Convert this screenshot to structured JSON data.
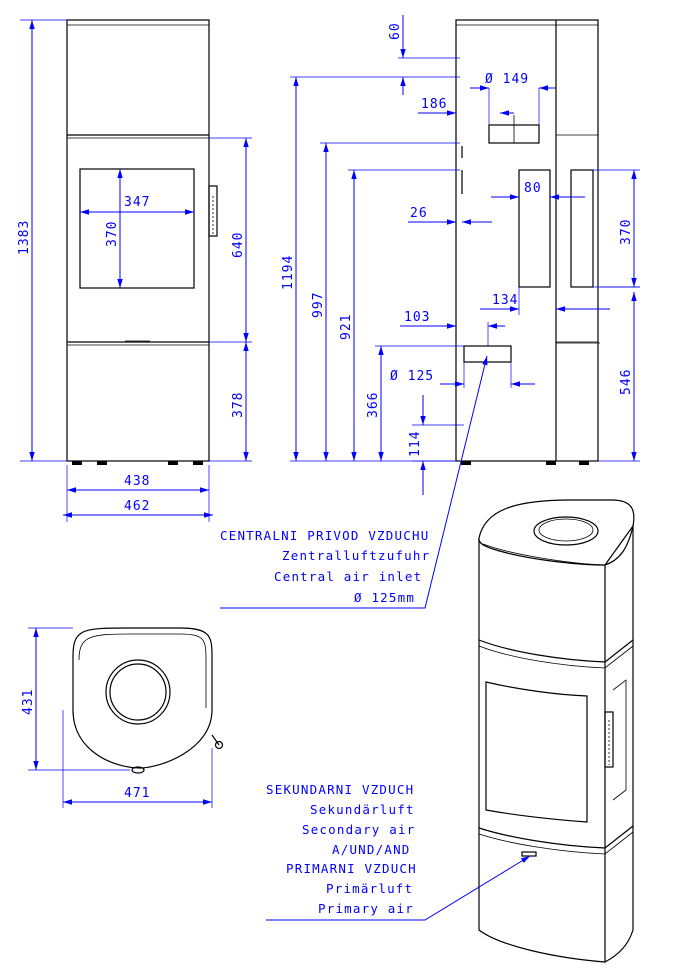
{
  "colors": {
    "dimension": "#0000ff",
    "outline": "#000000",
    "background": "#ffffff"
  },
  "dimensions": {
    "front_height": "1383",
    "front_width_inner": "438",
    "front_width_outer": "462",
    "door_width": "347",
    "door_height": "370",
    "door_top_height": "640",
    "door_bottom_height": "378",
    "side_flue_offset": "60",
    "side_flue_diameter": "Ø 149",
    "side_flue_depth": "186",
    "side_flue_height": "1194",
    "side_height_997": "997",
    "side_height_921": "921",
    "side_26": "26",
    "side_80": "80",
    "side_370": "370",
    "side_134": "134",
    "side_103": "103",
    "side_546": "546",
    "side_air_diameter": "Ø 125",
    "side_366": "366",
    "side_114": "114",
    "top_depth": "431",
    "top_width": "471"
  },
  "notes": {
    "central_air": [
      "CENTRALNI PRIVOD VZDUCHU",
      "Zentralluftzufuhr",
      "Central air inlet",
      "Ø 125mm"
    ],
    "secondary_air": [
      "SEKUNDARNI VZDUCH",
      "Sekundärluft",
      "Secondary air",
      "A/UND/AND",
      "PRIMARNI VZDUCH",
      "Primärluft",
      "Primary air"
    ]
  }
}
